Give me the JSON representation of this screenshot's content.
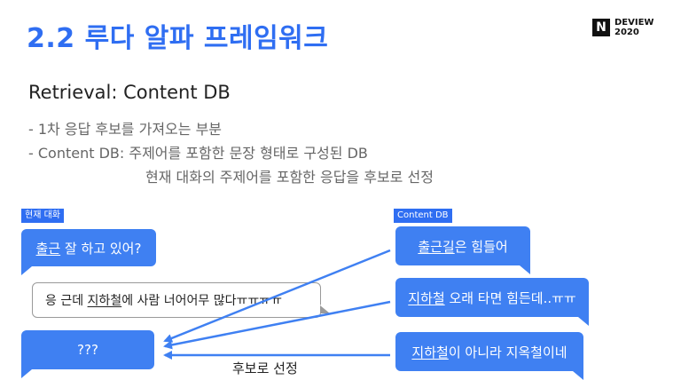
{
  "title": "2.2 루다 알파 프레임워크",
  "logo": {
    "mark": "N",
    "line1": "DEVIEW",
    "line2": "2020"
  },
  "section_heading": "Retrieval: Content DB",
  "bullets": [
    "- 1차 응답 후보를 가져오는 부분",
    "- Content DB: 주제어를 포함한 문장 형태로 구성된 DB",
    "현재 대화의 주제어를 포함한 응답을 후보로 선정"
  ],
  "tags": {
    "current": "현재 대화",
    "content_db": "Content DB"
  },
  "conversation": {
    "msg1": {
      "before": "출근",
      "underlined": "",
      "after": " 잘 하고 있어?"
    },
    "msg2": {
      "before": "응 근데 ",
      "underlined": "지하철",
      "after": "에 사람 너어어무 많다ㅠㅠㅠㅠ"
    },
    "msg3": "???"
  },
  "candidates": [
    {
      "underlined": "출근길",
      "after": "은 힘들어"
    },
    {
      "underlined": "지하철",
      "after": " 오래 타면 힘든데..ㅠㅠ"
    },
    {
      "underlined": "지하철",
      "after": "이 아니라 지옥철이네"
    }
  ],
  "caption": "후보로 선정",
  "colors": {
    "accent": "#2f6ef2",
    "bubble": "#3f80f2"
  }
}
